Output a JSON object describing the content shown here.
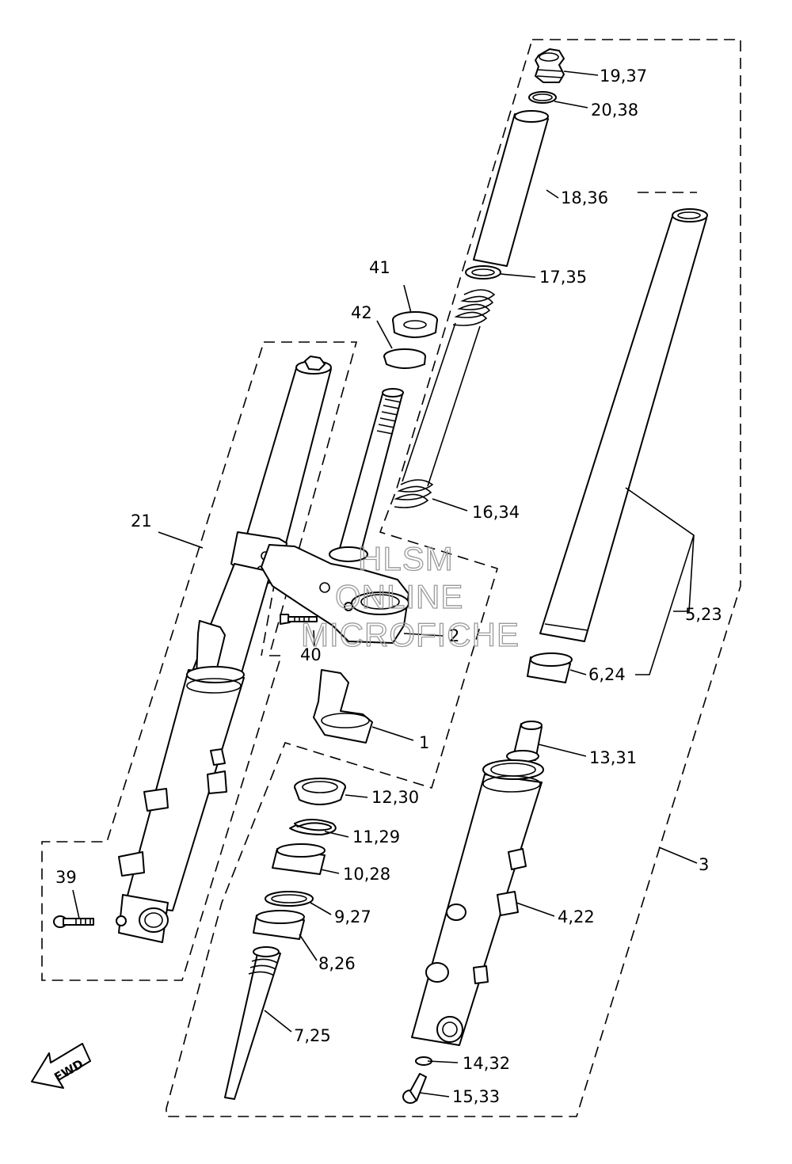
{
  "callouts": {
    "c1": "1",
    "c2": "2",
    "c3": "3",
    "c4_22": "4,22",
    "c5_23": "5,23",
    "c6_24": "6,24",
    "c7_25": "7,25",
    "c8_26": "8,26",
    "c9_27": "9,27",
    "c10_28": "10,28",
    "c11_29": "11,29",
    "c12_30": "12,30",
    "c13_31": "13,31",
    "c14_32": "14,32",
    "c15_33": "15,33",
    "c16_34": "16,34",
    "c17_35": "17,35",
    "c18_36": "18,36",
    "c19_37": "19,37",
    "c20_38": "20,38",
    "c21": "21",
    "c39": "39",
    "c40": "40",
    "c41": "41",
    "c42": "42"
  },
  "watermark": {
    "line1": "HLSM",
    "line2": "ONLINE",
    "line3": "MICROFICHE"
  },
  "direction_badge": "FWD"
}
